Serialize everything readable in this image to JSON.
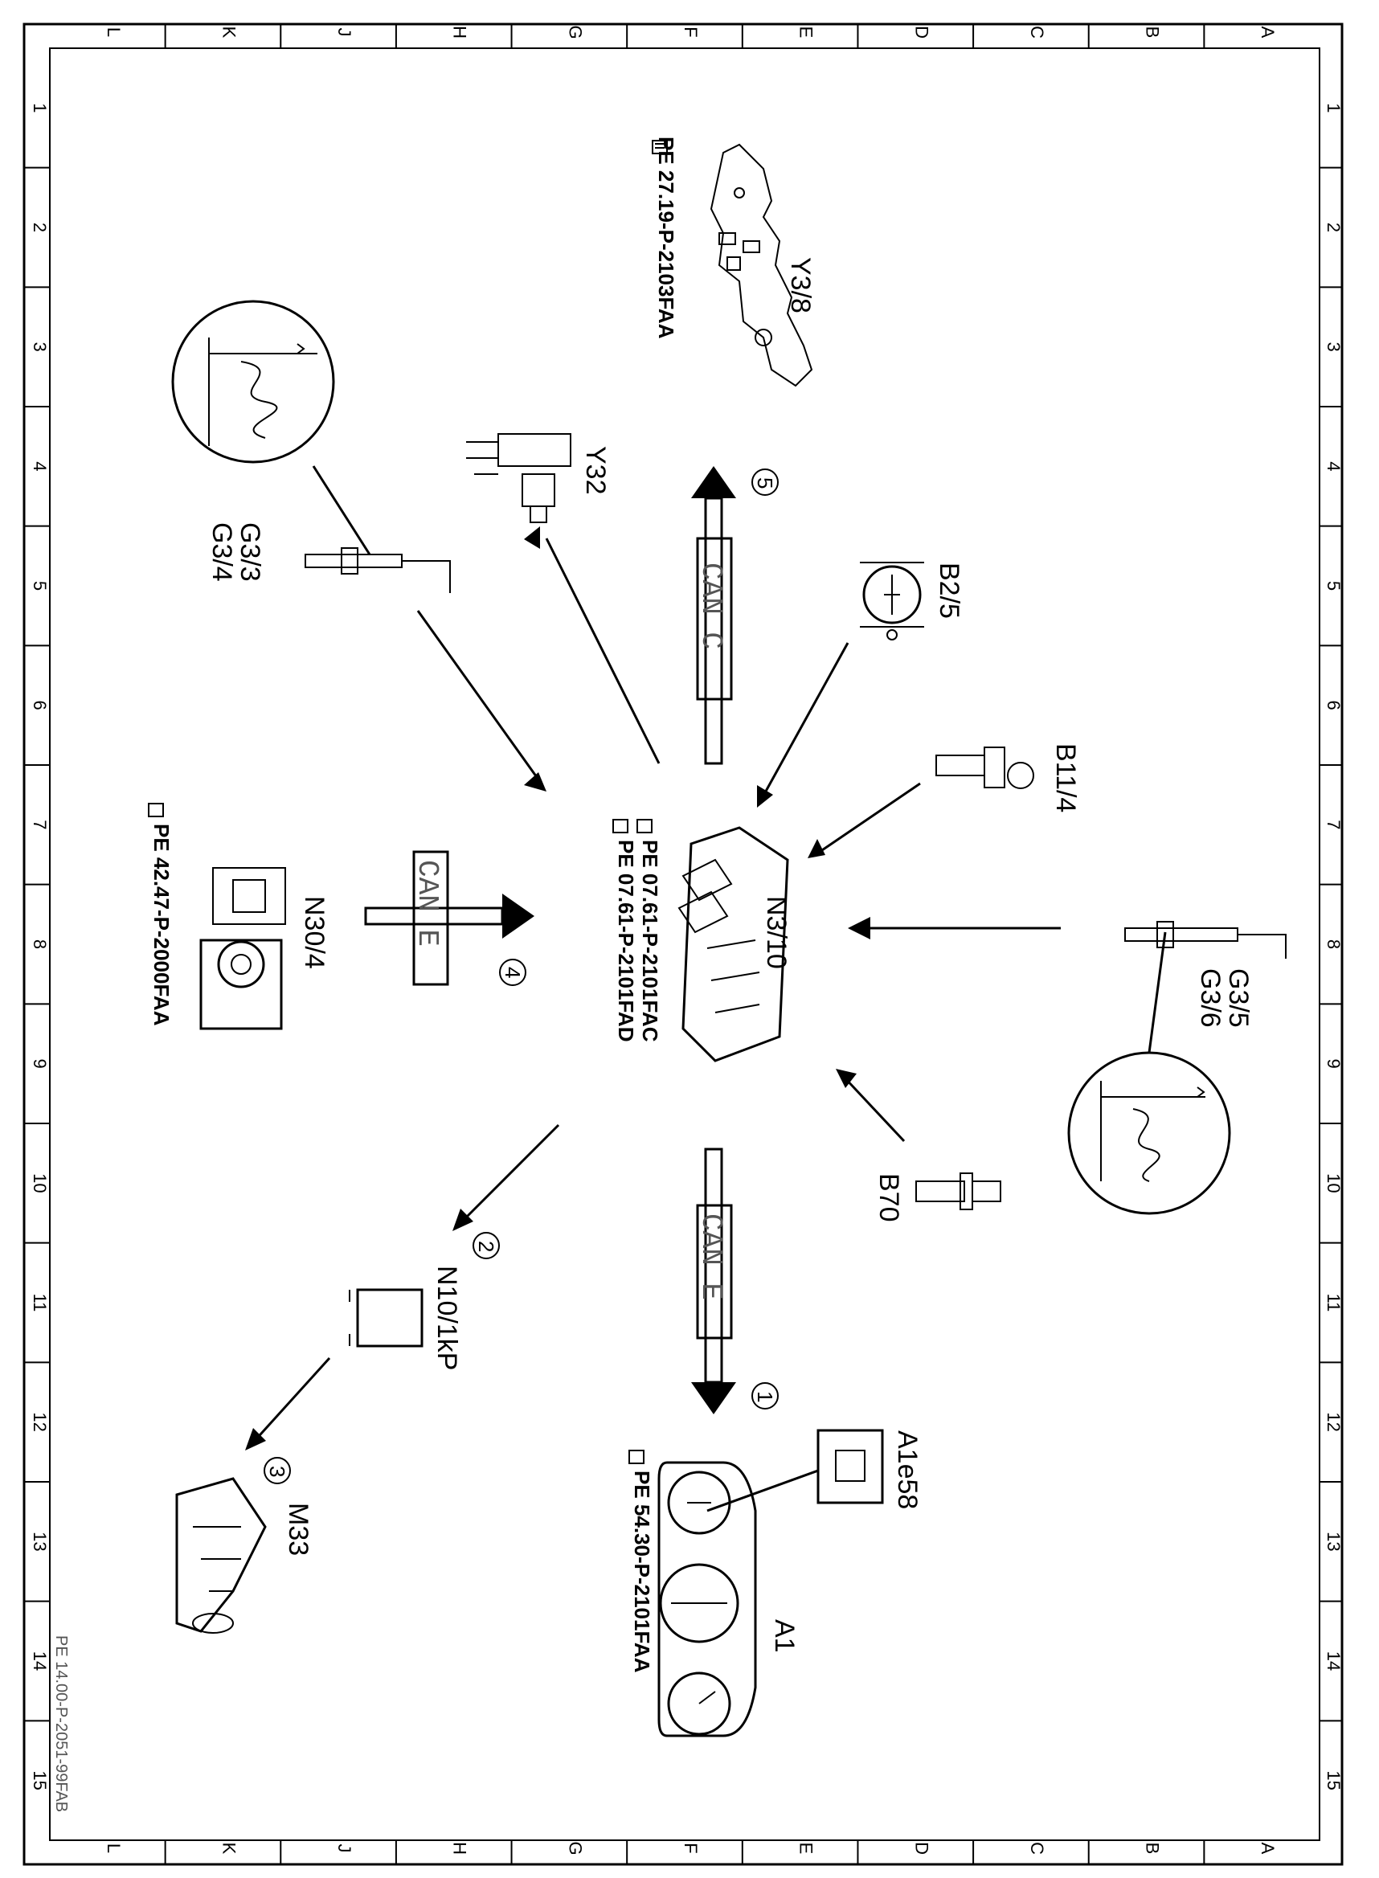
{
  "grid": {
    "letters": [
      "L",
      "K",
      "J",
      "H",
      "G",
      "F",
      "E",
      "D",
      "C",
      "B",
      "A"
    ],
    "numbers": [
      "1",
      "2",
      "3",
      "4",
      "5",
      "6",
      "7",
      "8",
      "9",
      "10",
      "11",
      "12",
      "13",
      "14",
      "15"
    ]
  },
  "components": {
    "y3_8": {
      "label": "Y3/8",
      "ref": "PE 27.19-P-2103FAA"
    },
    "y32": {
      "label": "Y32"
    },
    "g3_3": {
      "label1": "G3/3",
      "label2": "G3/4"
    },
    "b2_5": {
      "label": "B2/5"
    },
    "b11_4": {
      "label": "B11/4"
    },
    "n3_10": {
      "label": "N3/10",
      "ref1": "PE 07.61-P-2101FAC",
      "ref2": "PE 07.61-P-2101FAD"
    },
    "n30_4": {
      "label": "N30/4",
      "ref": "PE 42.47-P-2000FAA"
    },
    "g3_5": {
      "label1": "G3/5",
      "label2": "G3/6"
    },
    "b70": {
      "label": "B70"
    },
    "n10_1kp": {
      "label": "N10/1kP"
    },
    "m33": {
      "label": "M33"
    },
    "a1": {
      "label": "A1",
      "ref": "PE 54.30-P-2101FAA"
    },
    "a1e58": {
      "label": "A1e58"
    }
  },
  "can_buses": {
    "can_c": "CAN C",
    "can_e_left": "CAN E",
    "can_e_bottom": "CAN E"
  },
  "callouts": [
    "1",
    "2",
    "3",
    "4",
    "5"
  ],
  "doc_id": "PE 14.00-P-2051-99FAB"
}
